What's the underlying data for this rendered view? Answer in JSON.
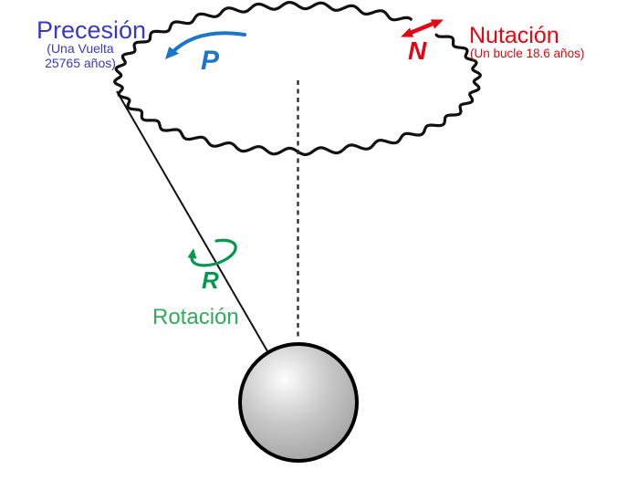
{
  "diagram": {
    "background_color": "#ffffff",
    "line_color": "#111111",
    "precession": {
      "title": "Precesión",
      "subtitle_line1": "(Una Vuelta",
      "subtitle_line2": "25765 años)",
      "symbol": "P",
      "text_color": "#3A3ABF",
      "arrow_color": "#1B75C8"
    },
    "nutation": {
      "title": "Nutación",
      "subtitle": "(Un bucle 18.6 años)",
      "symbol": "N",
      "color": "#E30613"
    },
    "rotation": {
      "title": "Rotación",
      "symbol": "R",
      "symbol_color": "#00984B",
      "label_color": "#2FAD5C"
    },
    "sphere": {
      "outline_color": "#000000",
      "fill_light": "#fdfdfd",
      "fill_mid": "#c8c8c8",
      "fill_dark": "#999999"
    }
  }
}
